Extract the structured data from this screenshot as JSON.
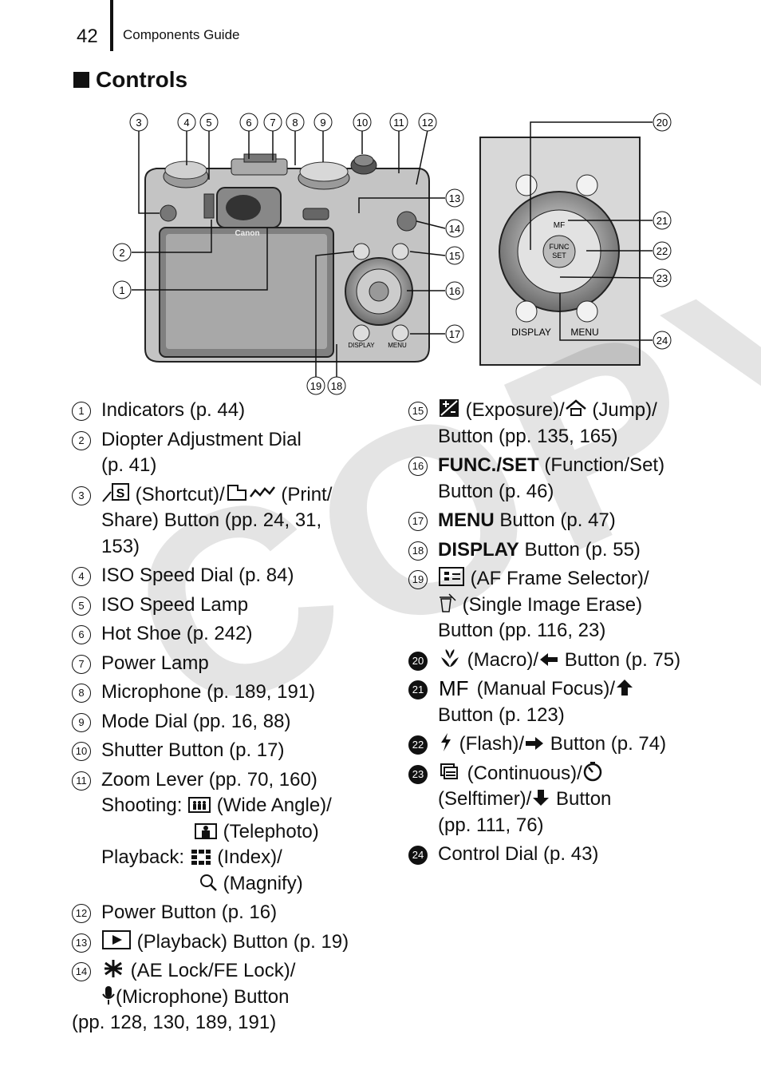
{
  "header": {
    "page_number": "42",
    "running_title": "Components Guide"
  },
  "section_title": "Controls",
  "figure": {
    "callouts": [
      "3",
      "4",
      "5",
      "6",
      "7",
      "8",
      "9",
      "10",
      "11",
      "12",
      "13",
      "14",
      "15",
      "16",
      "17",
      "18",
      "19",
      "20",
      "21",
      "22",
      "23",
      "24",
      "2",
      "1"
    ],
    "labels": {
      "display": "DISPLAY",
      "menu": "MENU",
      "mf": "MF",
      "func": "FUNC",
      "set": "SET",
      "brand": "Canon"
    }
  },
  "watermark": "COPY",
  "items_left": [
    {
      "n": "1",
      "text": "Indicators (p. 44)"
    },
    {
      "n": "2",
      "text": "Diopter Adjustment Dial",
      "line2": "(p. 41)"
    },
    {
      "n": "3",
      "pre": "(Shortcut)/",
      "mid": "(Print/",
      "line2": "Share) Button (pp. 24, 31,",
      "line3": "153)"
    },
    {
      "n": "4",
      "text": "ISO Speed Dial (p. 84)"
    },
    {
      "n": "5",
      "text": "ISO Speed Lamp"
    },
    {
      "n": "6",
      "text": "Hot Shoe (p. 242)"
    },
    {
      "n": "7",
      "text": "Power Lamp"
    },
    {
      "n": "8",
      "text": "Microphone (p. 189, 191)"
    },
    {
      "n": "9",
      "text": "Mode Dial (pp. 16, 88)"
    },
    {
      "n": "10",
      "text": "Shutter Button (p. 17)"
    },
    {
      "n": "11",
      "text": "Zoom Lever (pp. 70, 160)",
      "shooting_label": "Shooting:",
      "wide": "(Wide Angle)/",
      "tele": "(Telephoto)",
      "playback_label": "Playback:",
      "index": "(Index)/",
      "magnify": "(Magnify)"
    },
    {
      "n": "12",
      "text": "Power Button (p. 16)"
    },
    {
      "n": "13",
      "text": "(Playback) Button (p. 19)"
    },
    {
      "n": "14",
      "text": "(AE Lock/FE Lock)/",
      "line2": "(Microphone) Button",
      "line3": "(pp. 128, 130, 189, 191)"
    }
  ],
  "items_right": [
    {
      "n": "15",
      "text": "(Exposure)/",
      "text2": "(Jump)/",
      "line2": "Button (pp. 135, 165)"
    },
    {
      "n": "16",
      "bold": "FUNC./SET",
      "text": "(Function/Set)",
      "line2": "Button (p. 46)"
    },
    {
      "n": "17",
      "bold": "MENU",
      "text": "Button (p. 47)"
    },
    {
      "n": "18",
      "bold": "DISPLAY",
      "text": "Button (p. 55)"
    },
    {
      "n": "19",
      "text": "(AF Frame Selector)/",
      "line2": "(Single Image Erase)",
      "line3": "Button (pp. 116, 23)"
    },
    {
      "n": "20",
      "text": "(Macro)/",
      "text2": "Button (p. 75)"
    },
    {
      "n": "21",
      "text": "(Manual Focus)/",
      "line2": "Button (p. 123)"
    },
    {
      "n": "22",
      "text": "(Flash)/",
      "text2": "Button (p. 74)"
    },
    {
      "n": "23",
      "text": "(Continuous)/",
      "line2": "(Selftimer)/",
      "line2b": "Button",
      "line3": "(pp. 111, 76)"
    },
    {
      "n": "24",
      "text": "Control Dial (p. 43)"
    }
  ]
}
